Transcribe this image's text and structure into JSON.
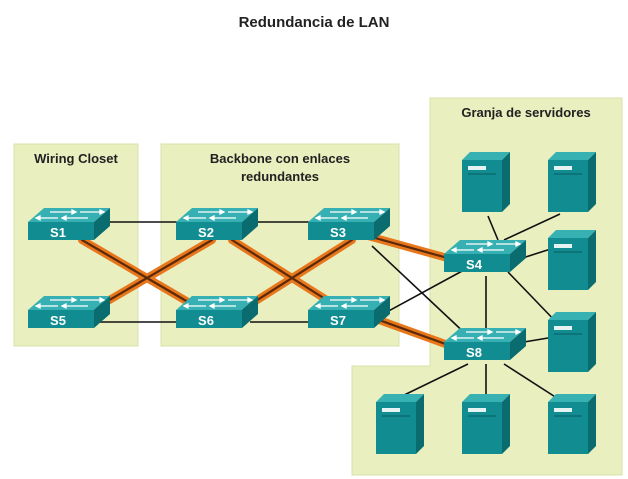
{
  "title": "Redundancia de LAN",
  "zones": {
    "wiring_closet": "Wiring Closet",
    "backbone_line1": "Backbone con enlaces",
    "backbone_line2": "redundantes",
    "server_farm": "Granja de servidores"
  },
  "switches": {
    "s1": "S1",
    "s2": "S2",
    "s3": "S3",
    "s4": "S4",
    "s5": "S5",
    "s6": "S6",
    "s7": "S7",
    "s8": "S8"
  },
  "colors": {
    "zone_fill": "#e9efbf",
    "device_teal": "#118d91",
    "redundant_link": "#e8761b",
    "link": "#111111"
  },
  "icons": {
    "switch": "switch-icon",
    "server": "server-icon"
  }
}
